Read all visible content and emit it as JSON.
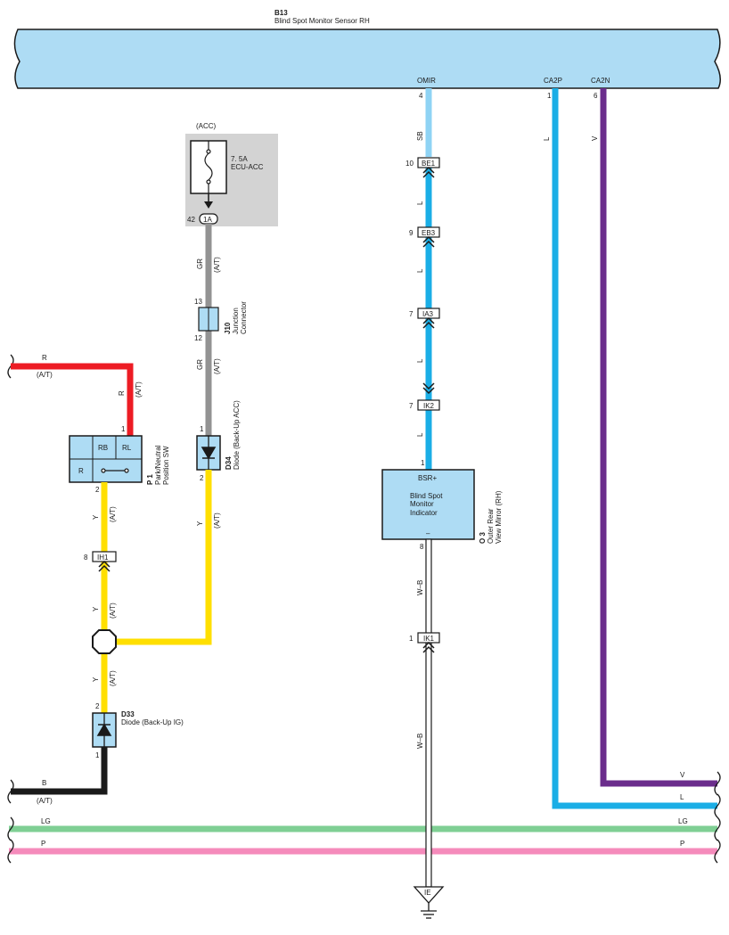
{
  "sensor": {
    "code": "B13",
    "name": "Blind Spot Monitor Sensor RH"
  },
  "pins": [
    {
      "name": "OMIR",
      "num": "4"
    },
    {
      "name": "CA2P",
      "num": "1"
    },
    {
      "name": "CA2N",
      "num": "6"
    }
  ],
  "fuse": {
    "supply": "(ACC)",
    "rating": "7. 5A",
    "name": "ECU-ACC",
    "connector": "1A",
    "pin": "42"
  },
  "junction": {
    "code": "J10",
    "name_line1": "Junction",
    "name_line2": "Connector",
    "pin_top": "13",
    "pin_bottom": "12"
  },
  "diode_acc": {
    "code": "D34",
    "name": "Diode (Back-Up ACC)",
    "pin_top": "1",
    "pin_bottom": "2"
  },
  "switch": {
    "code": "P 1",
    "name_line1": "Park/Neutral",
    "name_line2": "Position SW",
    "pin_top": "1",
    "pin_bottom": "2",
    "terminals": [
      "RB",
      "RL",
      "R"
    ]
  },
  "diode_ig": {
    "code": "D33",
    "name": "Diode (Back-Up IG)",
    "pin_top": "2",
    "pin_bottom": "1"
  },
  "indicator": {
    "code": "O 3",
    "name_line1": "Outer Rear",
    "name_line2": "View Mirror (RH)",
    "terminal_top": "BSR+",
    "terminal_bottom": "–",
    "text_line1": "Blind Spot",
    "text_line2": "Monitor",
    "text_line3": "Indicator",
    "pin_top": "1",
    "pin_bottom": "8"
  },
  "connectors": [
    {
      "code": "BE1",
      "pin": "10"
    },
    {
      "code": "EB3",
      "pin": "9"
    },
    {
      "code": "IA3",
      "pin": "7"
    },
    {
      "code": "IK2",
      "pin": "7"
    },
    {
      "code": "IH1",
      "pin": "8"
    },
    {
      "code": "IK1",
      "pin": "1"
    }
  ],
  "ground": {
    "code": "IE"
  },
  "wire_labels": {
    "sb": "SB",
    "l": "L",
    "v": "V",
    "gr": "GR",
    "y": "Y",
    "r": "R",
    "b": "B",
    "wb": "W–B",
    "lg": "LG",
    "p": "P",
    "at": "(A/T)"
  },
  "wire_colors": {
    "sb": "#8fd3f4",
    "l": "#1aaee6",
    "v": "#6b2d8c",
    "gr": "#939393",
    "y": "#ffdf00",
    "r": "#ed1c24",
    "b": "#1a1a1a",
    "lg": "#7fcf94",
    "p": "#f58bbb",
    "box": "#aedcf4"
  }
}
